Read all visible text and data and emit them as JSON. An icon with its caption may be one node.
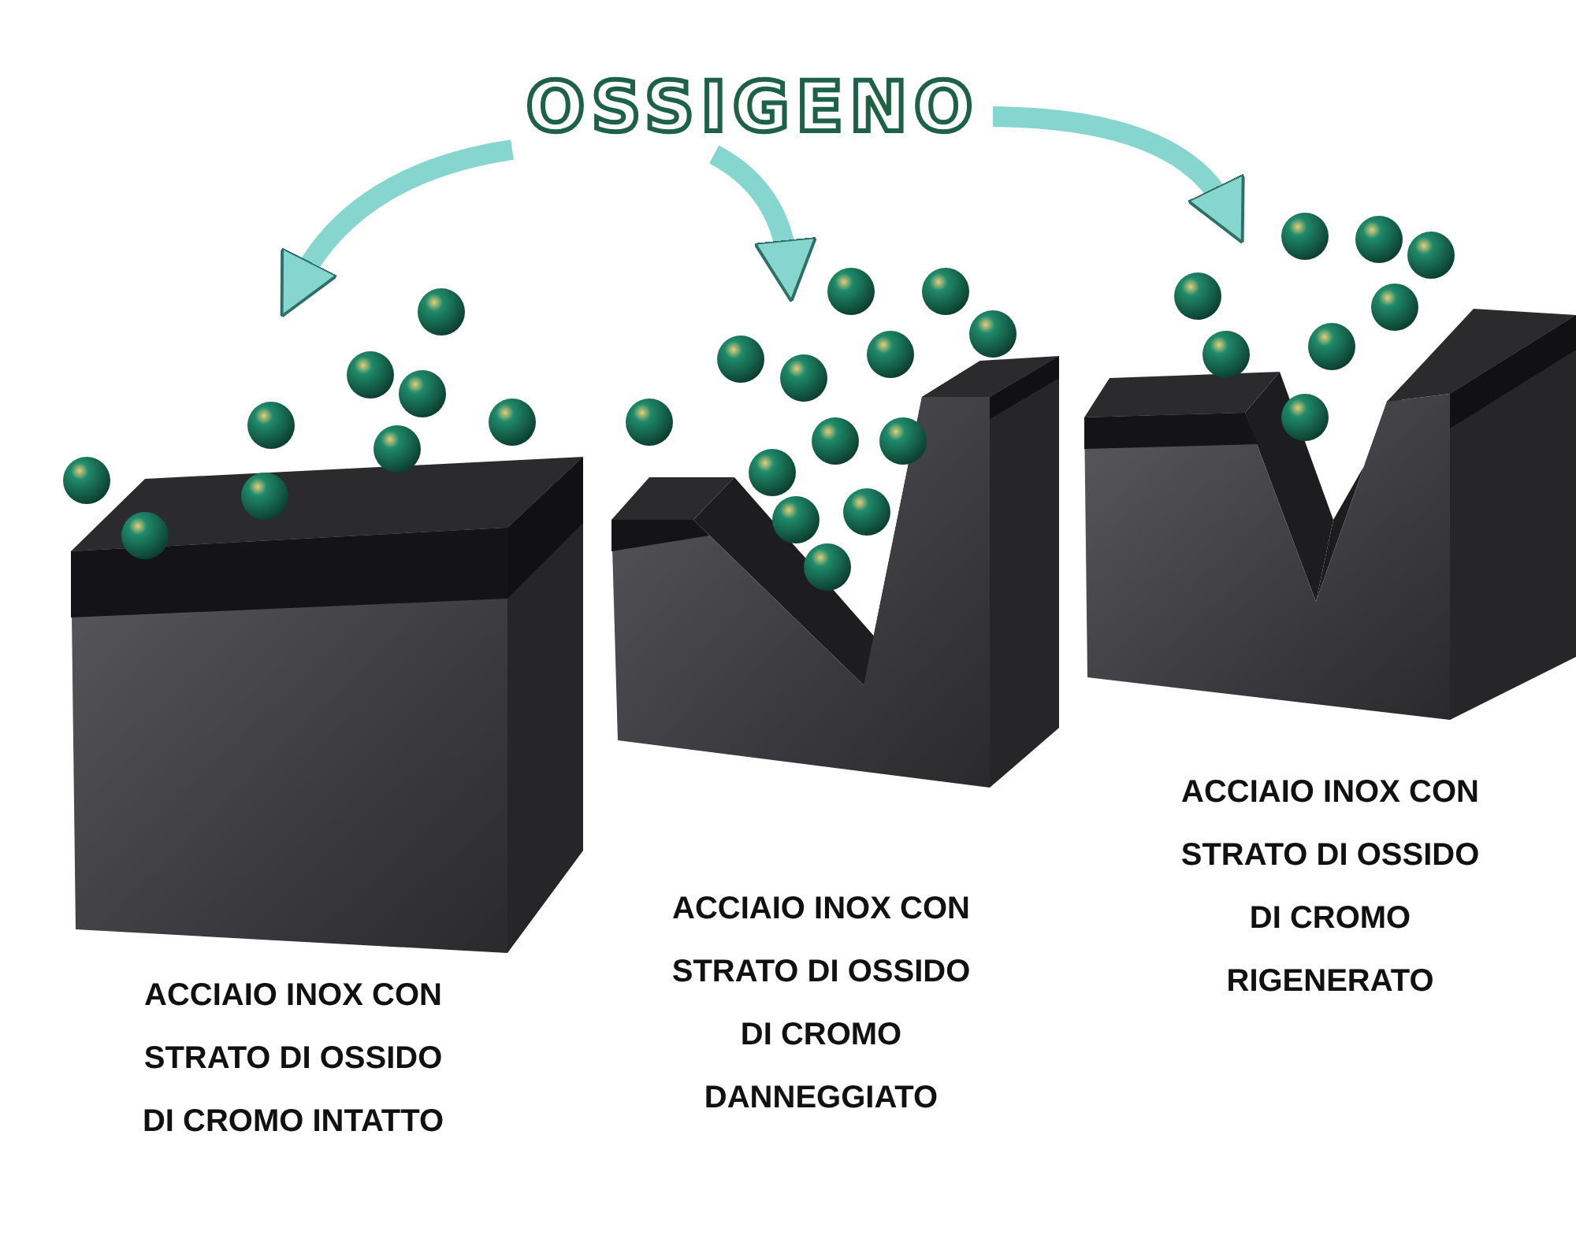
{
  "diagram": {
    "nodes": [
      {
        "text": [
          "OSSIGENO"
        ]
      },
      {
        "text": [],
        "shape": "picture",
        "beside": [
          "ACCIAIO INOX CON STRATO DI OSSIDO DI CROMO INTATTO"
        ]
      },
      {
        "text": [],
        "shape": "picture",
        "beside": [
          "ACCIAIO INOX CON STRATO DI OSSIDO DI CROMO DANNEGGIATO"
        ]
      },
      {
        "text": [],
        "shape": "picture",
        "beside": [
          "ACCIAIO INOX CON STRATO DI OSSIDO DI CROMO RIGENERATO"
        ]
      }
    ],
    "edges": [
      {
        "from": 0,
        "to": 1,
        "arrow": "to"
      },
      {
        "from": 0,
        "to": 2,
        "arrow": "to"
      },
      {
        "from": 0,
        "to": 3,
        "arrow": "to"
      }
    ]
  }
}
